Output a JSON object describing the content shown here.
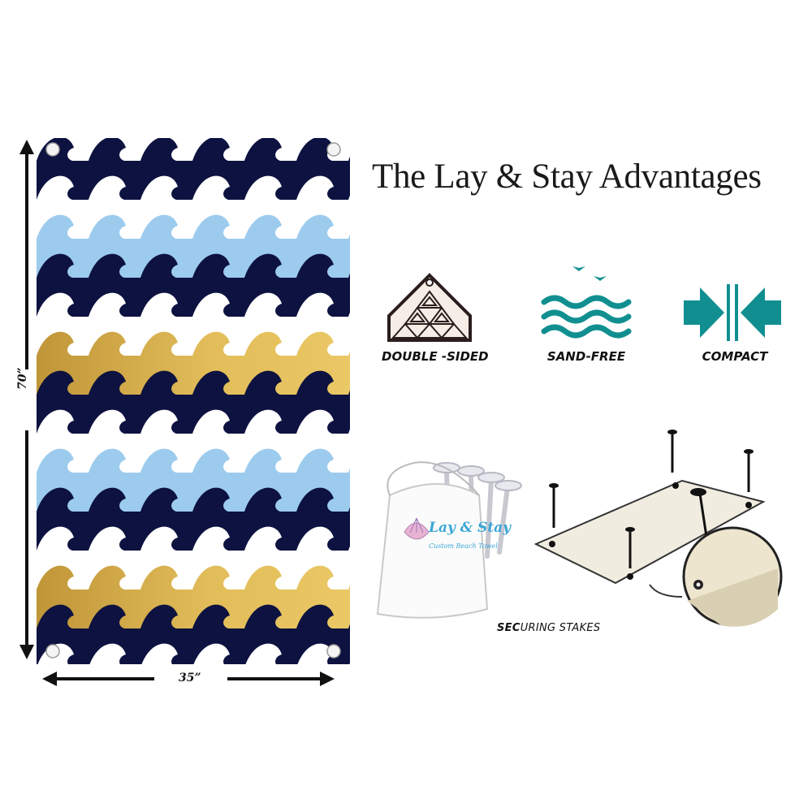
{
  "title": "The Lay & Stay Advantages",
  "dimensions": {
    "height_label": "70”",
    "width_label": "35”"
  },
  "features": [
    {
      "label": "DOUBLE -SIDED",
      "icon": "double-sided-icon"
    },
    {
      "label": "SAND-FREE",
      "icon": "sand-free-icon"
    },
    {
      "label": "COMPACT",
      "icon": "compact-icon"
    }
  ],
  "bag": {
    "brand": "Lay & Stay",
    "tagline": "Custom Beach Towel"
  },
  "stakes_label": {
    "bold": "SEC",
    "rest": "URING STAKES"
  },
  "colors": {
    "navy": "#0d1240",
    "light_blue": "#9ccbee",
    "gold": "#d9b04f",
    "teal": "#118f90"
  }
}
